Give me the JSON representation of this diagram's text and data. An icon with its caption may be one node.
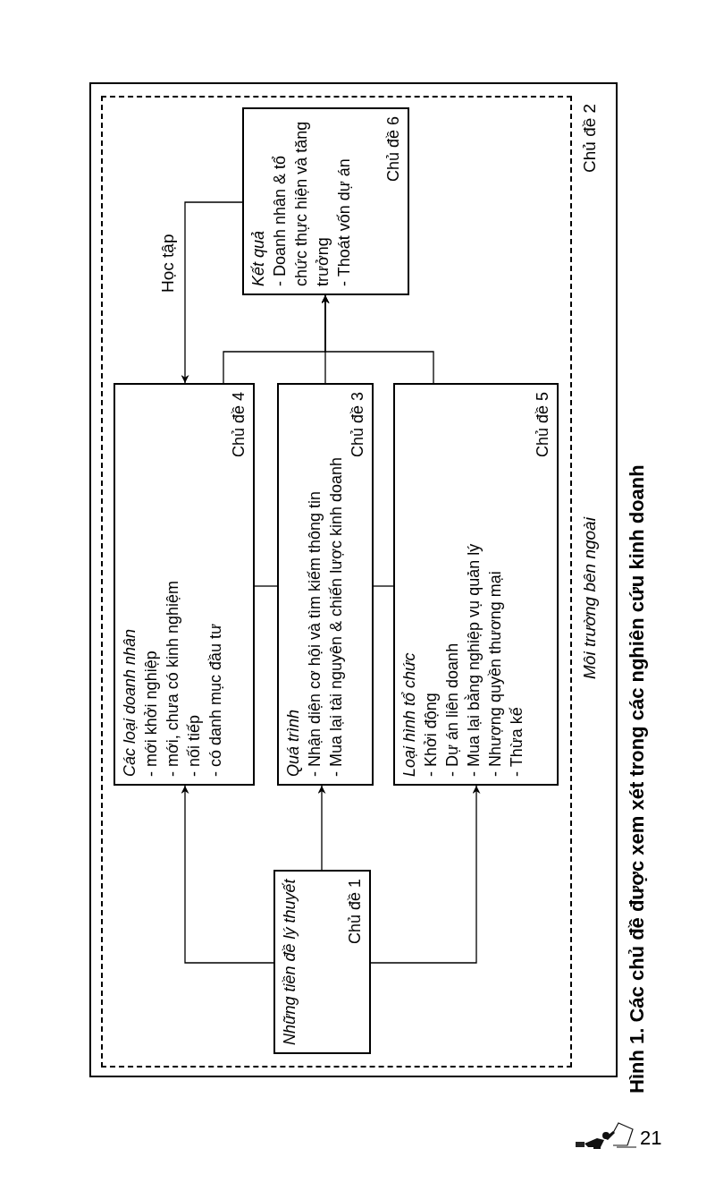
{
  "diagram": {
    "caption": "Hình 1. Các chủ đề được xem xét trong các nghiên cứu kinh doanh",
    "nodes": [
      {
        "text": [
          "Môi trường bên ngoài",
          "Chủ đề 2"
        ]
      },
      {
        "text": [],
        "shape": "box",
        "in": 0
      },
      {
        "text": [
          "Những tiền đề lý thuyết",
          "Chủ đề 1"
        ],
        "in": 1
      },
      {
        "text": [
          "Các loại doanh nhân",
          "- mới khởi nghiệp",
          "- mới, chưa có kinh nghiệm",
          "- nối tiếp",
          "- có danh mục đầu tư",
          "Chủ đề 4"
        ],
        "in": 1
      },
      {
        "text": [
          "Quá trình",
          "- Nhận diện cơ hội và tìm kiếm thông tin",
          "- Mua lại tài nguyên & chiến lược kinh doanh",
          "Chủ đề 3"
        ],
        "in": 1
      },
      {
        "text": [
          "Loại hình tổ chức",
          "- Khởi động",
          "- Dự án liên doanh",
          "- Mua lại bằng nghiệp vụ quản lý",
          "- Nhượng quyền thương mại",
          "- Thừa kế",
          "Chủ đề 5"
        ],
        "in": 1
      },
      {
        "text": [
          "Kết quả",
          "- Doanh nhân & tổ chức thực hiện và tăng trưởng",
          "- Thoát vốn dự án",
          "Chủ đề 6"
        ],
        "in": 1
      }
    ],
    "edges": [
      {
        "from": 2,
        "to": 3,
        "arrow": "to"
      },
      {
        "from": 2,
        "to": 4,
        "arrow": "to"
      },
      {
        "from": 2,
        "to": 5,
        "arrow": "to"
      },
      {
        "from": 3,
        "to": 4,
        "arrow": "none"
      },
      {
        "from": 4,
        "to": 5,
        "arrow": "none"
      },
      {
        "from": 3,
        "to": 6,
        "arrow": "to"
      },
      {
        "from": 4,
        "to": 6,
        "arrow": "to"
      },
      {
        "from": 5,
        "to": 6,
        "arrow": "to"
      },
      {
        "from": 6,
        "to": 3,
        "arrow": "to",
        "label": "Học tập"
      }
    ],
    "labels": [
      "21"
    ]
  }
}
